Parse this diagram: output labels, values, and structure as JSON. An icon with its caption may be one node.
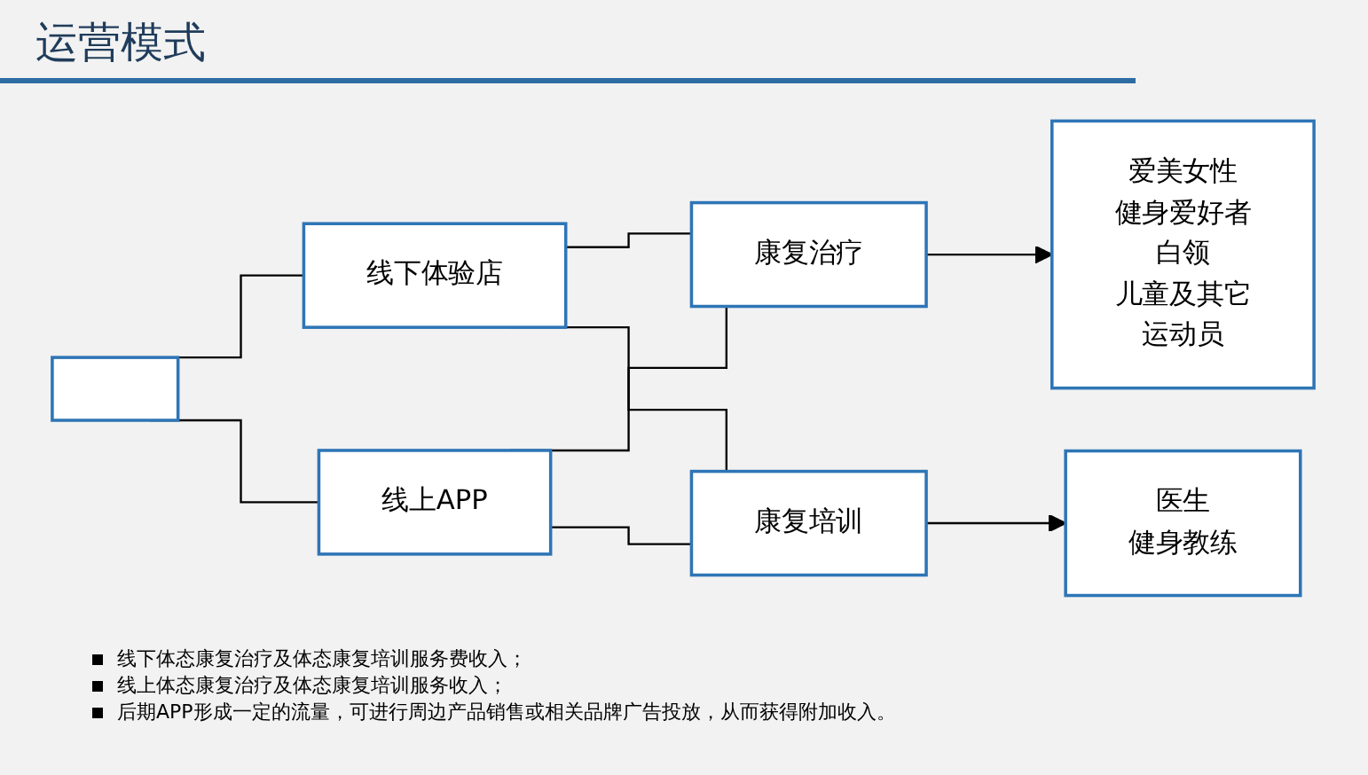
{
  "diagram": {
    "title": "运营模式",
    "nodes": [
      {
        "text": [],
        "shape": "box"
      },
      {
        "text": [
          "线下体验店"
        ]
      },
      {
        "text": [
          "线上APP"
        ]
      },
      {
        "text": [
          "康复治疗"
        ]
      },
      {
        "text": [
          "康复培训"
        ]
      },
      {
        "text": [
          "爱美女性",
          "健身爱好者",
          "白领",
          "儿童及其它",
          "运动员"
        ]
      },
      {
        "text": [
          "医生",
          "健身教练"
        ]
      }
    ],
    "edges": [
      {
        "from": 0,
        "to": 1,
        "arrow": "none"
      },
      {
        "from": 0,
        "to": 2,
        "arrow": "none"
      },
      {
        "from": 1,
        "to": 3,
        "arrow": "none"
      },
      {
        "from": 1,
        "to": 4,
        "arrow": "none"
      },
      {
        "from": 2,
        "to": 3,
        "arrow": "none"
      },
      {
        "from": 2,
        "to": 4,
        "arrow": "none"
      },
      {
        "from": 3,
        "to": 5,
        "arrow": "to"
      },
      {
        "from": 4,
        "to": 6,
        "arrow": "to"
      }
    ],
    "labels": [
      "线下体态康复治疗及体态康复培训服务费收入；",
      "线上体态康复治疗及体态康复培训服务收入；",
      "后期APP形成一定的流量，可进行周边产品销售或相关品牌广告投放，从而获得附加收入。"
    ]
  }
}
